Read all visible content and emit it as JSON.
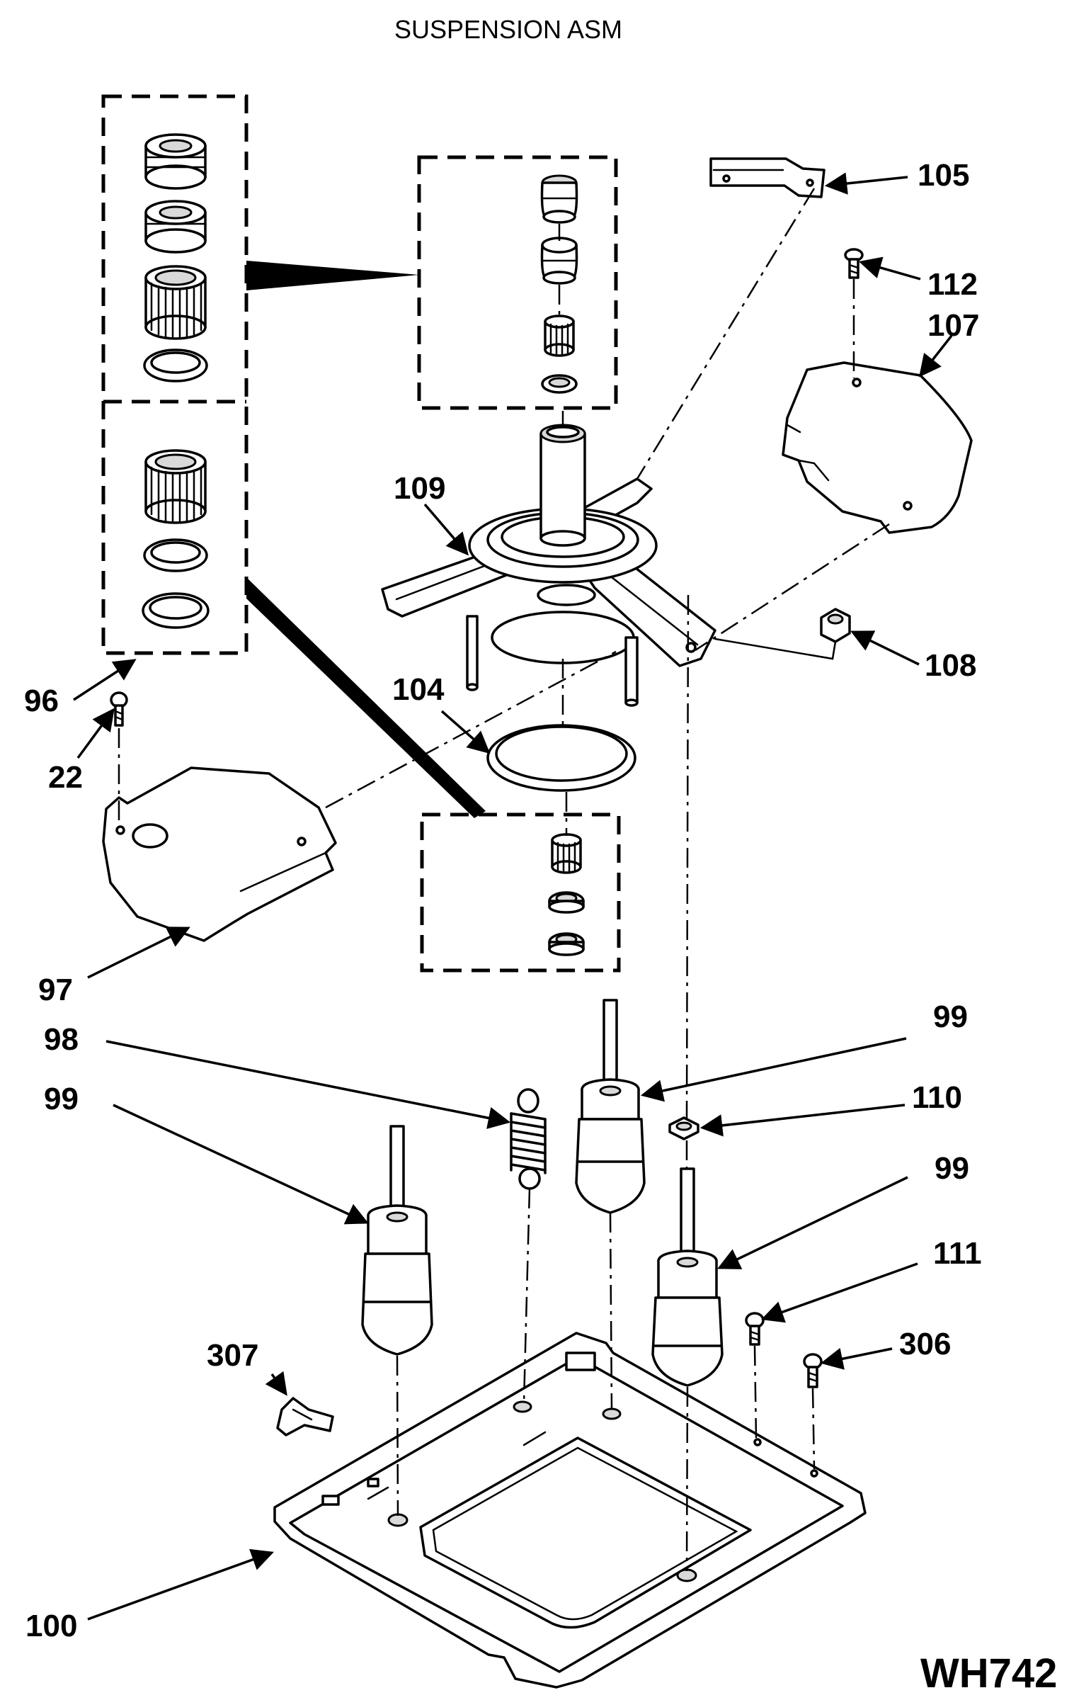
{
  "title": "SUSPENSION ASM",
  "model_code": "WH742",
  "parts": [
    {
      "id": "p105",
      "number": "105"
    },
    {
      "id": "p112",
      "number": "112"
    },
    {
      "id": "p107",
      "number": "107"
    },
    {
      "id": "p109",
      "number": "109"
    },
    {
      "id": "p108",
      "number": "108"
    },
    {
      "id": "p96",
      "number": "96"
    },
    {
      "id": "p104",
      "number": "104"
    },
    {
      "id": "p22",
      "number": "22"
    },
    {
      "id": "p97",
      "number": "97"
    },
    {
      "id": "p99a",
      "number": "99"
    },
    {
      "id": "p98",
      "number": "98"
    },
    {
      "id": "p110",
      "number": "110"
    },
    {
      "id": "p99b",
      "number": "99"
    },
    {
      "id": "p99c",
      "number": "99"
    },
    {
      "id": "p111",
      "number": "111"
    },
    {
      "id": "p307",
      "number": "307"
    },
    {
      "id": "p306",
      "number": "306"
    },
    {
      "id": "p100",
      "number": "100"
    }
  ]
}
